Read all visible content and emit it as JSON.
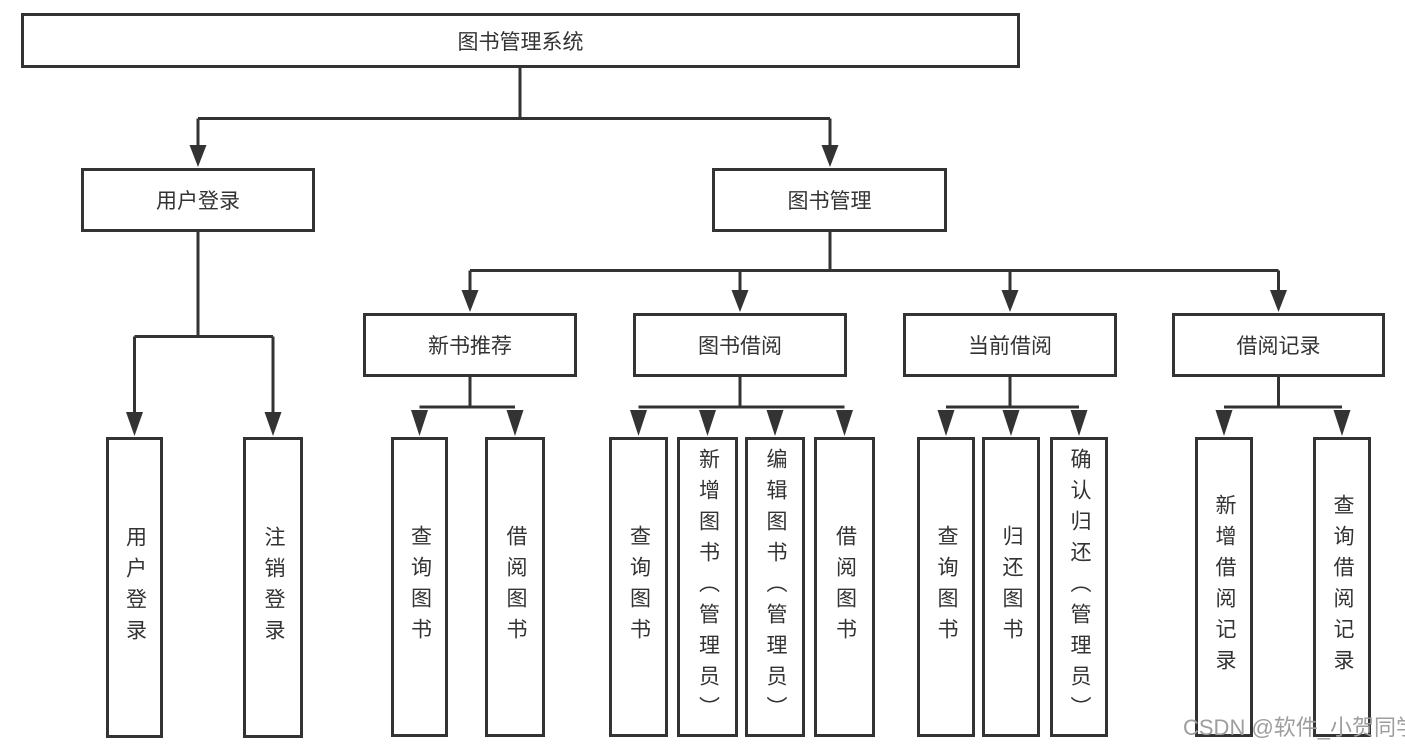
{
  "diagram": {
    "root": {
      "label": "图书管理系统"
    },
    "branches": [
      {
        "label": "用户登录",
        "children": [
          {
            "label": "用户登录"
          },
          {
            "label": "注销登录"
          }
        ]
      },
      {
        "label": "图书管理",
        "children": [
          {
            "label": "新书推荐",
            "children": [
              {
                "label": "查询图书"
              },
              {
                "label": "借阅图书"
              }
            ]
          },
          {
            "label": "图书借阅",
            "children": [
              {
                "label": "查询图书"
              },
              {
                "label": "新增图书（管理员）"
              },
              {
                "label": "编辑图书（管理员）"
              },
              {
                "label": "借阅图书"
              }
            ]
          },
          {
            "label": "当前借阅",
            "children": [
              {
                "label": "查询图书"
              },
              {
                "label": "归还图书"
              },
              {
                "label": "确认归还（管理员）"
              }
            ]
          },
          {
            "label": "借阅记录",
            "children": [
              {
                "label": "新增借阅记录"
              },
              {
                "label": "查询借阅记录"
              }
            ]
          }
        ]
      }
    ]
  },
  "watermark": {
    "text": "CSDN @软件_小贺同学"
  },
  "colors": {
    "line": "#333333",
    "text": "#333333",
    "background": "#ffffff",
    "watermark": "#9e9e9e"
  }
}
